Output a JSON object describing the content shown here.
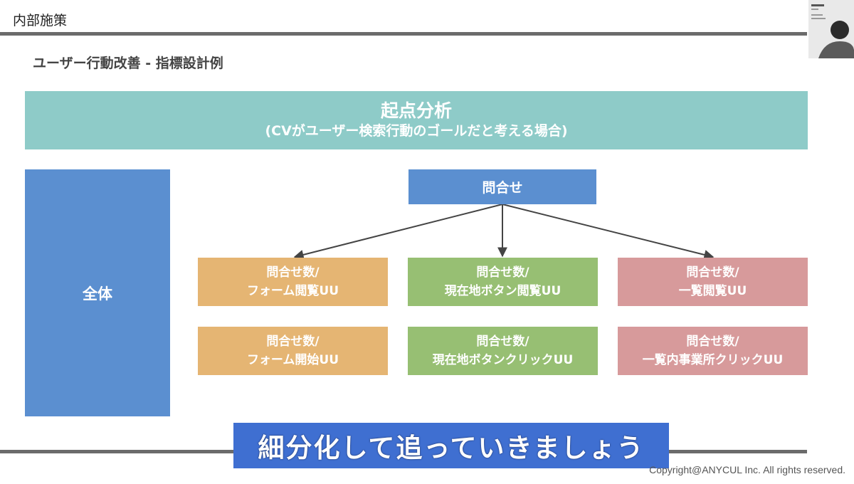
{
  "section_title": "内部施策",
  "slide_subtitle": "ユーザー行動改善 - 指標設計例",
  "header": {
    "title": "起点分析",
    "subtitle": "(CVがユーザー検索行動のゴールだと考える場合)"
  },
  "whole_label": "全体",
  "root_label": "問合せ",
  "nodes": [
    {
      "line1": "問合せ数/",
      "line2": "フォーム閲覧UU"
    },
    {
      "line1": "問合せ数/",
      "line2": "現在地ボタン閲覧UU"
    },
    {
      "line1": "問合せ数/",
      "line2": "一覧閲覧UU"
    },
    {
      "line1": "問合せ数/",
      "line2": "フォーム開始UU"
    },
    {
      "line1": "問合せ数/",
      "line2": "現在地ボタンクリックUU"
    },
    {
      "line1": "問合せ数/",
      "line2": "一覧内事業所クリックUU"
    }
  ],
  "caption": "細分化して追っていきましょう",
  "copyright": "Copyright@ANYCUL Inc. All rights reserved.",
  "colors": {
    "header": "#8ecbc8",
    "blue": "#5b8fd0",
    "orange": "#e5b573",
    "green": "#97bf73",
    "pink": "#d79a9b",
    "caption_bg": "#3f6fd1"
  }
}
